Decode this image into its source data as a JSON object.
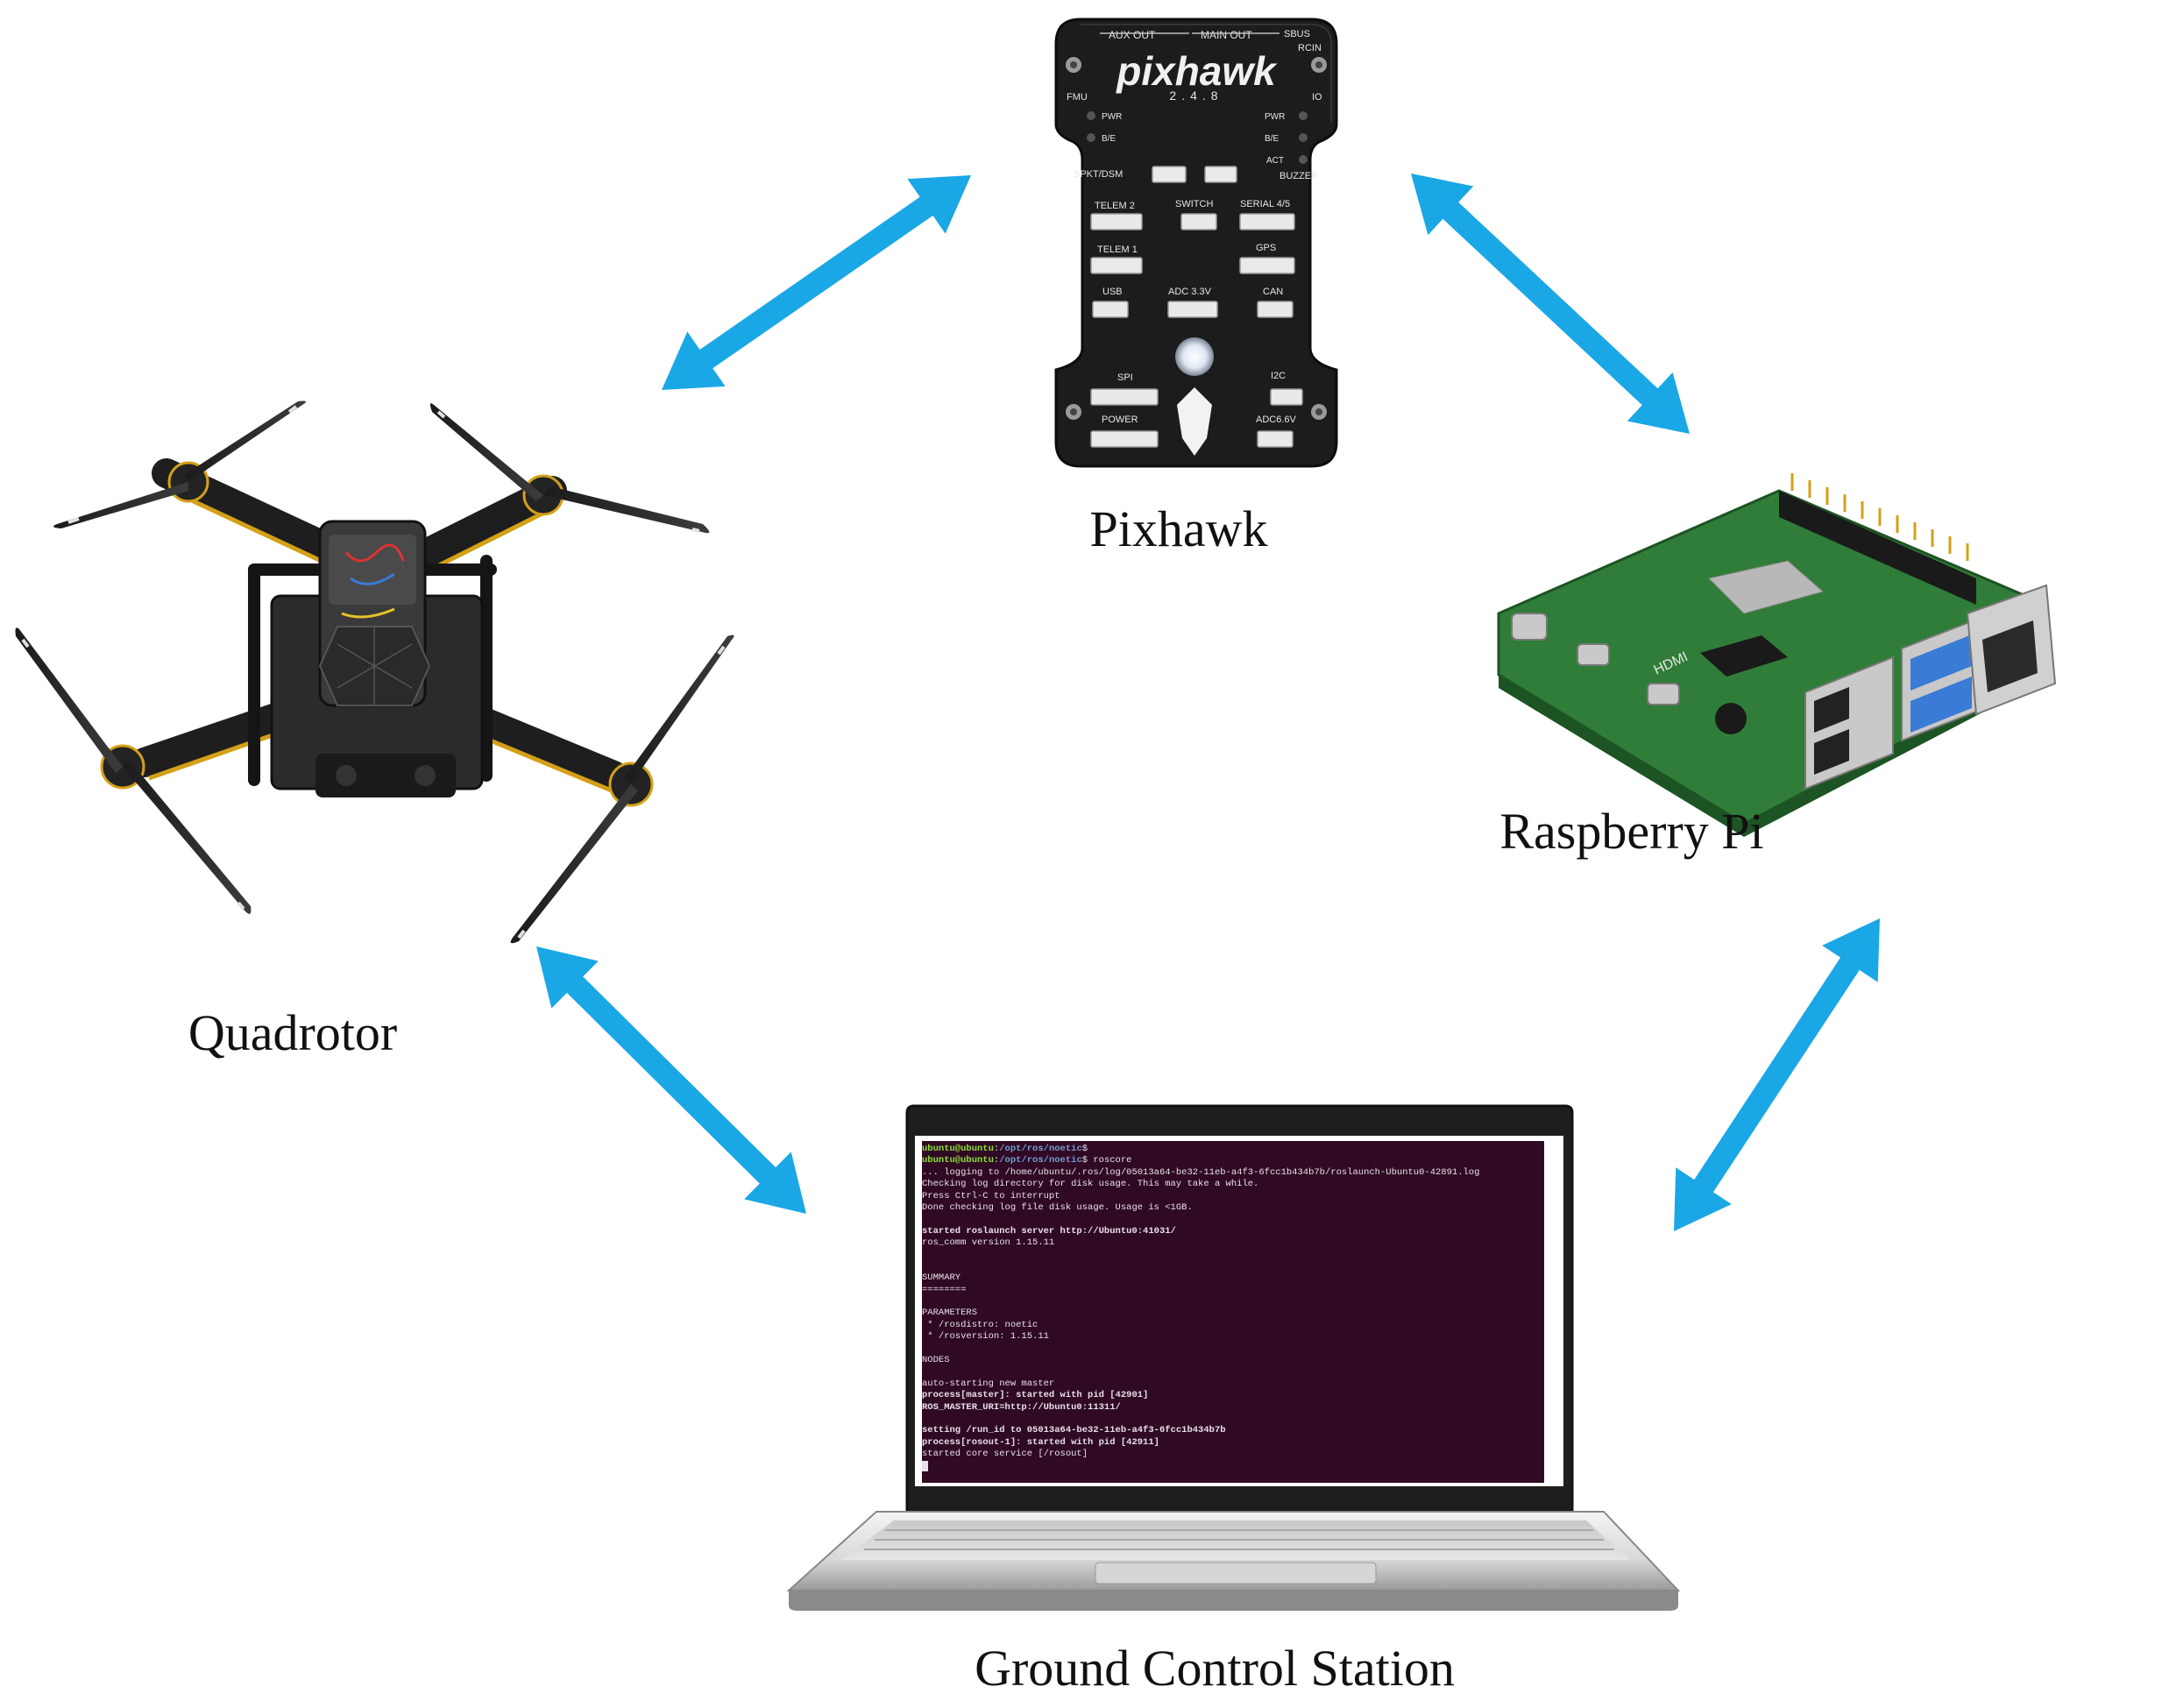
{
  "nodes": {
    "pixhawk": {
      "label": "Pixhawk"
    },
    "raspberry_pi": {
      "label": "Raspberry Pi"
    },
    "quadrotor": {
      "label": "Quadrotor"
    },
    "ground_station": {
      "label": "Ground Control Station"
    }
  },
  "edges": [
    {
      "from": "quadrotor",
      "to": "pixhawk",
      "style": "bidirectional"
    },
    {
      "from": "pixhawk",
      "to": "raspberry_pi",
      "style": "bidirectional"
    },
    {
      "from": "raspberry_pi",
      "to": "ground_station",
      "style": "bidirectional"
    },
    {
      "from": "ground_station",
      "to": "quadrotor",
      "style": "bidirectional"
    }
  ],
  "colors": {
    "arrow": "#1aa7e6",
    "terminal_bg": "#300a24",
    "board": "#1d1d1d",
    "pcb": "#2f7d38"
  },
  "pixhawk_board": {
    "brand": "pixhawk",
    "version": "2.4.8",
    "top_aux": "AUX OUT",
    "top_main": "MAIN OUT",
    "top_sbus": "SBUS",
    "top_rcin": "RCIN",
    "fmu": "FMU",
    "io": "IO",
    "pwr": "PWR",
    "be": "B/E",
    "act": "ACT",
    "spkt": "SPKT/DSM",
    "buzzer": "BUZZER",
    "telem2": "TELEM 2",
    "switch": "SWITCH",
    "serial45": "SERIAL 4/5",
    "telem1": "TELEM 1",
    "gps": "GPS",
    "usb": "USB",
    "adc33": "ADC 3.3V",
    "can": "CAN",
    "spi": "SPI",
    "i2c": "I2C",
    "power": "POWER",
    "adc66": "ADC6.6V"
  },
  "rpi_board": {
    "hdmi": "HDMI"
  },
  "terminal": {
    "prompt_user": "ubuntu@ubuntu",
    "prompt_path": "/opt/ros/noetic",
    "line1_cmd": "$",
    "line2_cmd": "$ roscore",
    "lines": [
      "... logging to /home/ubuntu/.ros/log/05013a64-be32-11eb-a4f3-6fcc1b434b7b/roslaunch-Ubuntu0-42891.log",
      "Checking log directory for disk usage. This may take a while.",
      "Press Ctrl-C to interrupt",
      "Done checking log file disk usage. Usage is <1GB.",
      "",
      "started roslaunch server http://Ubuntu0:41031/",
      "ros_comm version 1.15.11",
      "",
      "",
      "SUMMARY",
      "========",
      "",
      "PARAMETERS",
      " * /rosdistro: noetic",
      " * /rosversion: 1.15.11",
      "",
      "NODES",
      "",
      "auto-starting new master",
      "process[master]: started with pid [42901]",
      "ROS_MASTER_URI=http://Ubuntu0:11311/",
      "",
      "setting /run_id to 05013a64-be32-11eb-a4f3-6fcc1b434b7b",
      "process[rosout-1]: started with pid [42911]",
      "started core service [/rosout]"
    ],
    "bold_lines": [
      5,
      19,
      20,
      22,
      23
    ]
  }
}
